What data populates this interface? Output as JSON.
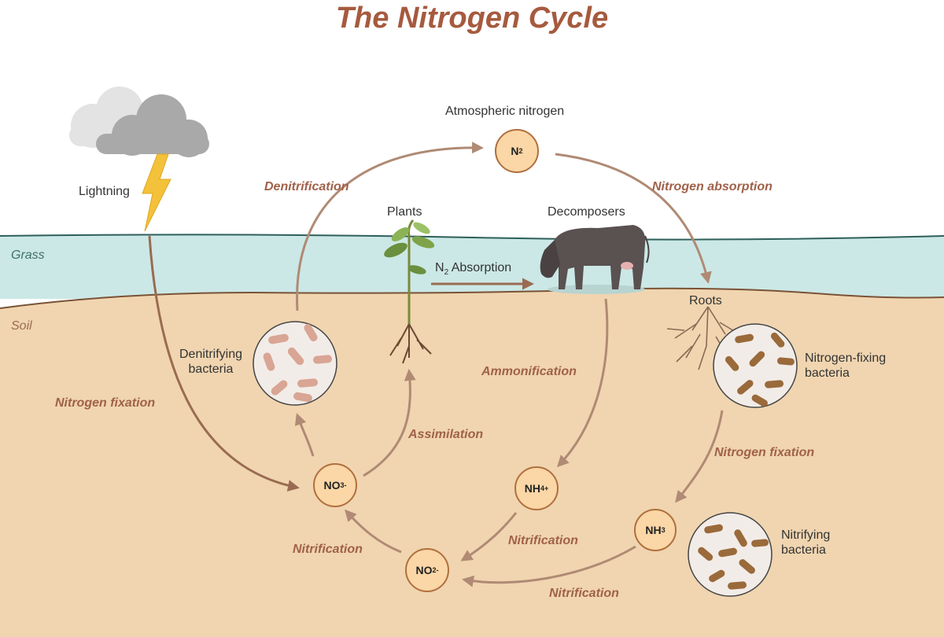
{
  "title": "The Nitrogen Cycle",
  "zones": {
    "grass": "Grass",
    "soil": "Soil"
  },
  "labels": {
    "atmospheric": "Atmospheric nitrogen",
    "lightning": "Lightning",
    "plants": "Plants",
    "decomposers": "Decomposers",
    "n2_absorption_prefix": "N",
    "n2_absorption_sub": "2",
    "n2_absorption_suffix": " Absorption",
    "roots": "Roots",
    "denitrifying_1": "Denitrifying",
    "denitrifying_2": "bacteria",
    "nitrogen_fixing_1": "Nitrogen-fixing",
    "nitrogen_fixing_2": "bacteria",
    "nitrifying_1": "Nitrifying",
    "nitrifying_2": "bacteria"
  },
  "processes": {
    "denitrification": "Denitrification",
    "nitrogen_absorption": "Nitrogen absorption",
    "ammonification": "Ammonification",
    "nitrogen_fixation_left": "Nitrogen fixation",
    "nitrogen_fixation_right": "Nitrogen fixation",
    "assimilation": "Assimilation",
    "nitrification_1": "Nitrification",
    "nitrification_2": "Nitrification",
    "nitrification_3": "Nitrification"
  },
  "nodes": {
    "n2": {
      "base": "N",
      "sub": "2",
      "sup": ""
    },
    "no3": {
      "base": "NO",
      "sub": "3",
      "sup": "-"
    },
    "nh4": {
      "base": "NH",
      "sub": "4",
      "sup": "+"
    },
    "nh3": {
      "base": "NH",
      "sub": "3",
      "sup": ""
    },
    "no2": {
      "base": "NO",
      "sub": "2",
      "sup": "-"
    }
  },
  "colors": {
    "title": "#a65a3e",
    "process_label": "#a0614a",
    "arrow": "#b08a74",
    "grass_band": "#cbe8e6",
    "soil": "#f0d5b0",
    "node_fill": "#fbd6a6",
    "bacteria_pink": "#d9a594",
    "bacteria_brown": "#9a6a3a"
  }
}
